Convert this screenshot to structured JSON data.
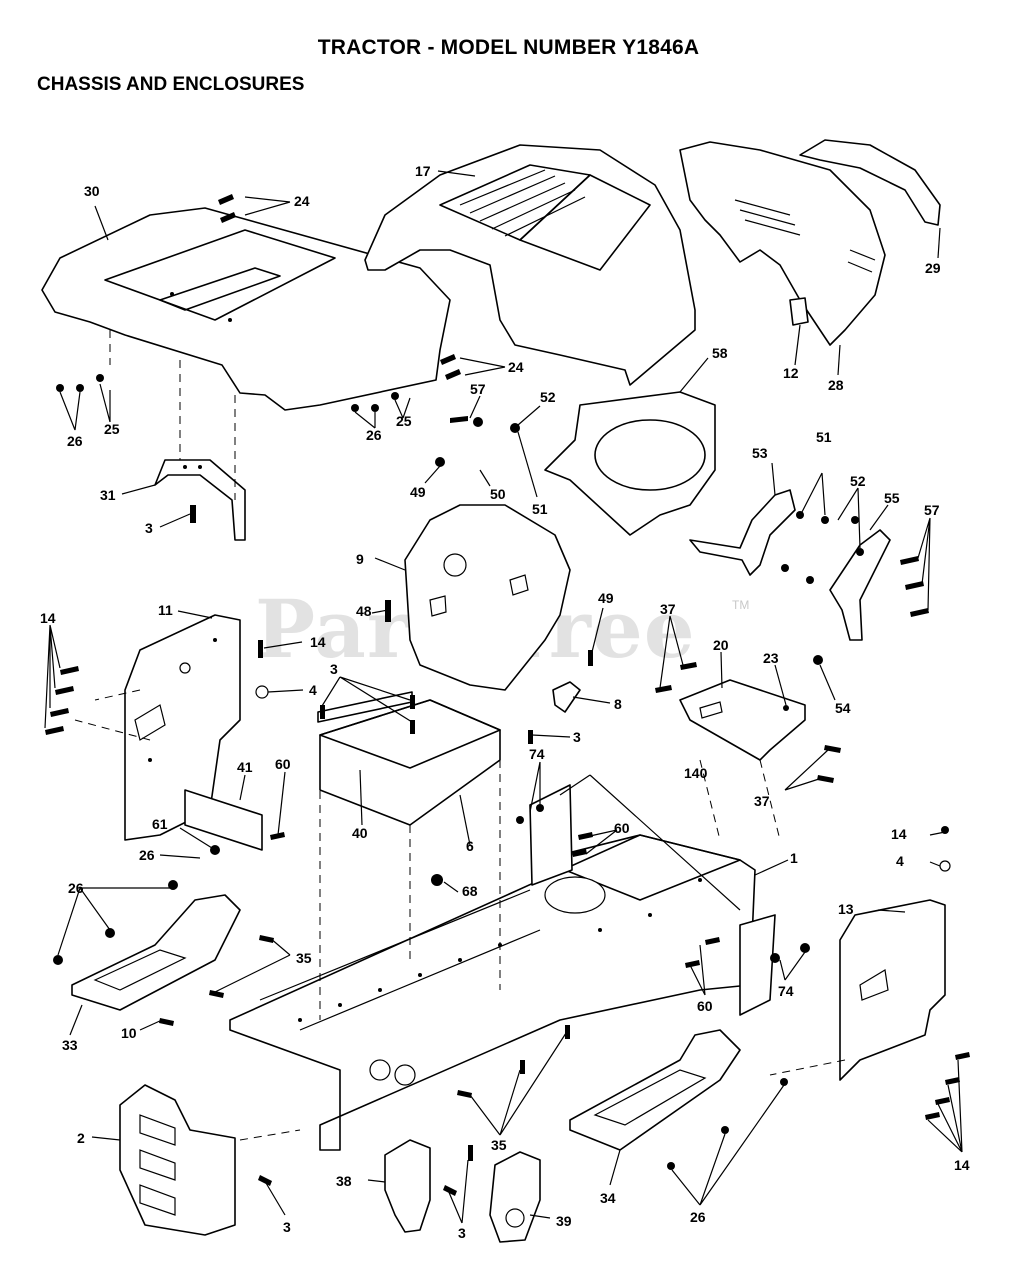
{
  "header": {
    "title": "TRACTOR - MODEL NUMBER Y1846A",
    "subtitle": "CHASSIS AND ENCLOSURES"
  },
  "watermark": {
    "text": "PartsTree",
    "tm": "TM"
  },
  "callouts": {
    "c30": "30",
    "c24a": "24",
    "c17": "17",
    "c29": "29",
    "c24b": "24",
    "c58": "58",
    "c12": "12",
    "c28": "28",
    "c26a": "26",
    "c25a": "25",
    "c26b": "26",
    "c25b": "25",
    "c57a": "57",
    "c52a": "52",
    "c49a": "49",
    "c50": "50",
    "c51a": "51",
    "c31": "31",
    "c3a": "3",
    "c53": "53",
    "c51b": "51",
    "c52b": "52",
    "c55": "55",
    "c57b": "57",
    "c9": "9",
    "c11": "11",
    "c14a": "14",
    "c48": "48",
    "c14b": "14",
    "c4a": "4",
    "c49b": "49",
    "c37a": "37",
    "c20": "20",
    "c23": "23",
    "c54": "54",
    "c3b": "3",
    "c8": "8",
    "c3c": "3",
    "c37b": "37",
    "c41": "41",
    "c60a": "60",
    "c61": "61",
    "c26c": "26",
    "c40": "40",
    "c6": "6",
    "c74a": "74",
    "c140": "140",
    "c60b": "60",
    "c1": "1",
    "c14c": "14",
    "c4b": "4",
    "c68": "68",
    "c26d": "26",
    "c35a": "35",
    "c33": "33",
    "c10": "10",
    "c13": "13",
    "c60c": "60",
    "c74b": "74",
    "c2": "2",
    "c35b": "35",
    "c38": "38",
    "c3d": "3",
    "c39": "39",
    "c34": "34",
    "c26e": "26",
    "c14d": "14",
    "c3e": "3"
  }
}
